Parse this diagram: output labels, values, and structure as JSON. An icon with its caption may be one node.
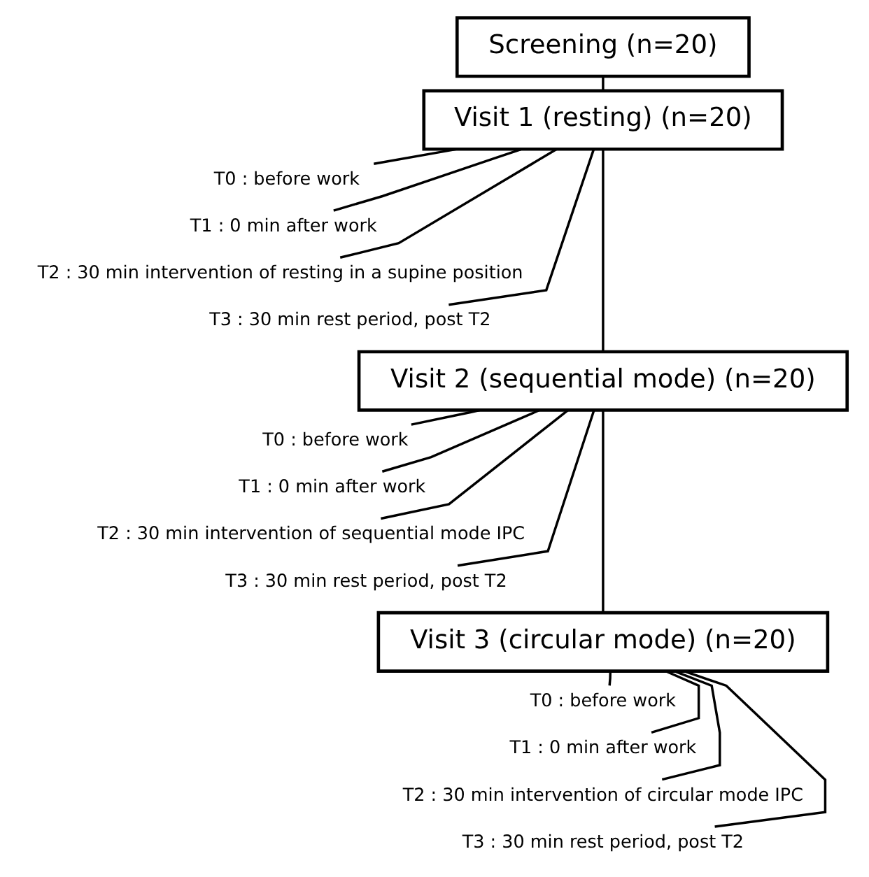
{
  "diagram": {
    "nodes": [
      {
        "text": [
          "Screening (n=20)"
        ]
      },
      {
        "text": [
          "Visit 1 (resting) (n=20)"
        ]
      },
      {
        "text": [
          "T0 : before work"
        ]
      },
      {
        "text": [
          "T1 : 0 min after work"
        ]
      },
      {
        "text": [
          "T2 : 30 min intervention of resting in a supine position"
        ]
      },
      {
        "text": [
          "T3 : 30 min rest period, post T2"
        ]
      },
      {
        "text": [
          "Visit 2 (sequential mode) (n=20)"
        ]
      },
      {
        "text": [
          "T0 : before work"
        ]
      },
      {
        "text": [
          "T1 : 0 min after work"
        ]
      },
      {
        "text": [
          "T2 : 30 min intervention of sequential mode IPC"
        ]
      },
      {
        "text": [
          "T3 : 30 min rest period, post T2"
        ]
      },
      {
        "text": [
          "Visit 3 (circular mode) (n=20)"
        ]
      },
      {
        "text": [
          "T0 : before work"
        ]
      },
      {
        "text": [
          "T1 : 0 min after work"
        ]
      },
      {
        "text": [
          "T2 : 30 min intervention of circular mode IPC"
        ]
      },
      {
        "text": [
          "T3 : 30 min rest period, post T2"
        ]
      }
    ],
    "edges": [
      {
        "from": 0,
        "to": 1,
        "arrow": "none"
      },
      {
        "from": 1,
        "to": 2,
        "arrow": "none"
      },
      {
        "from": 1,
        "to": 3,
        "arrow": "none"
      },
      {
        "from": 1,
        "to": 4,
        "arrow": "none"
      },
      {
        "from": 1,
        "to": 5,
        "arrow": "none"
      },
      {
        "from": 1,
        "to": 6,
        "arrow": "none"
      },
      {
        "from": 6,
        "to": 7,
        "arrow": "none"
      },
      {
        "from": 6,
        "to": 8,
        "arrow": "none"
      },
      {
        "from": 6,
        "to": 9,
        "arrow": "none"
      },
      {
        "from": 6,
        "to": 10,
        "arrow": "none"
      },
      {
        "from": 6,
        "to": 11,
        "arrow": "none"
      },
      {
        "from": 11,
        "to": 12,
        "arrow": "none"
      },
      {
        "from": 11,
        "to": 13,
        "arrow": "none"
      },
      {
        "from": 11,
        "to": 14,
        "arrow": "none"
      },
      {
        "from": 11,
        "to": 15,
        "arrow": "none"
      }
    ]
  }
}
